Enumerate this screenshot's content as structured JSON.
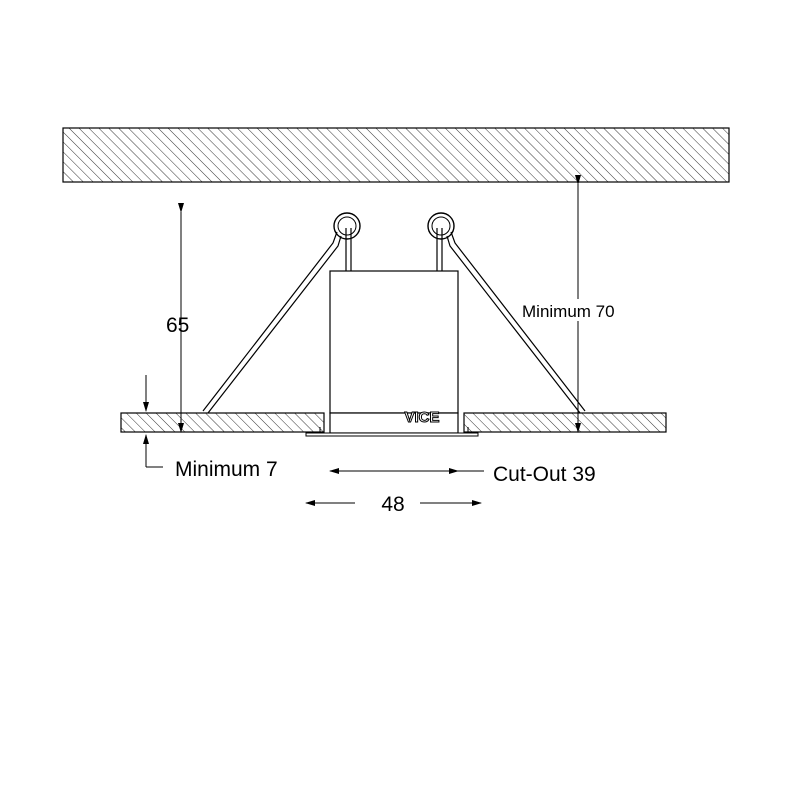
{
  "colors": {
    "ink": "#000000",
    "background": "#ffffff"
  },
  "dimensions": {
    "height_label": "65",
    "clearance_label": "Minimum 70",
    "thickness_label": "Minimum 7",
    "cutout_label": "Cut-Out 39",
    "diameter_label": "48"
  },
  "brand": {
    "logo_text": "VICE"
  }
}
